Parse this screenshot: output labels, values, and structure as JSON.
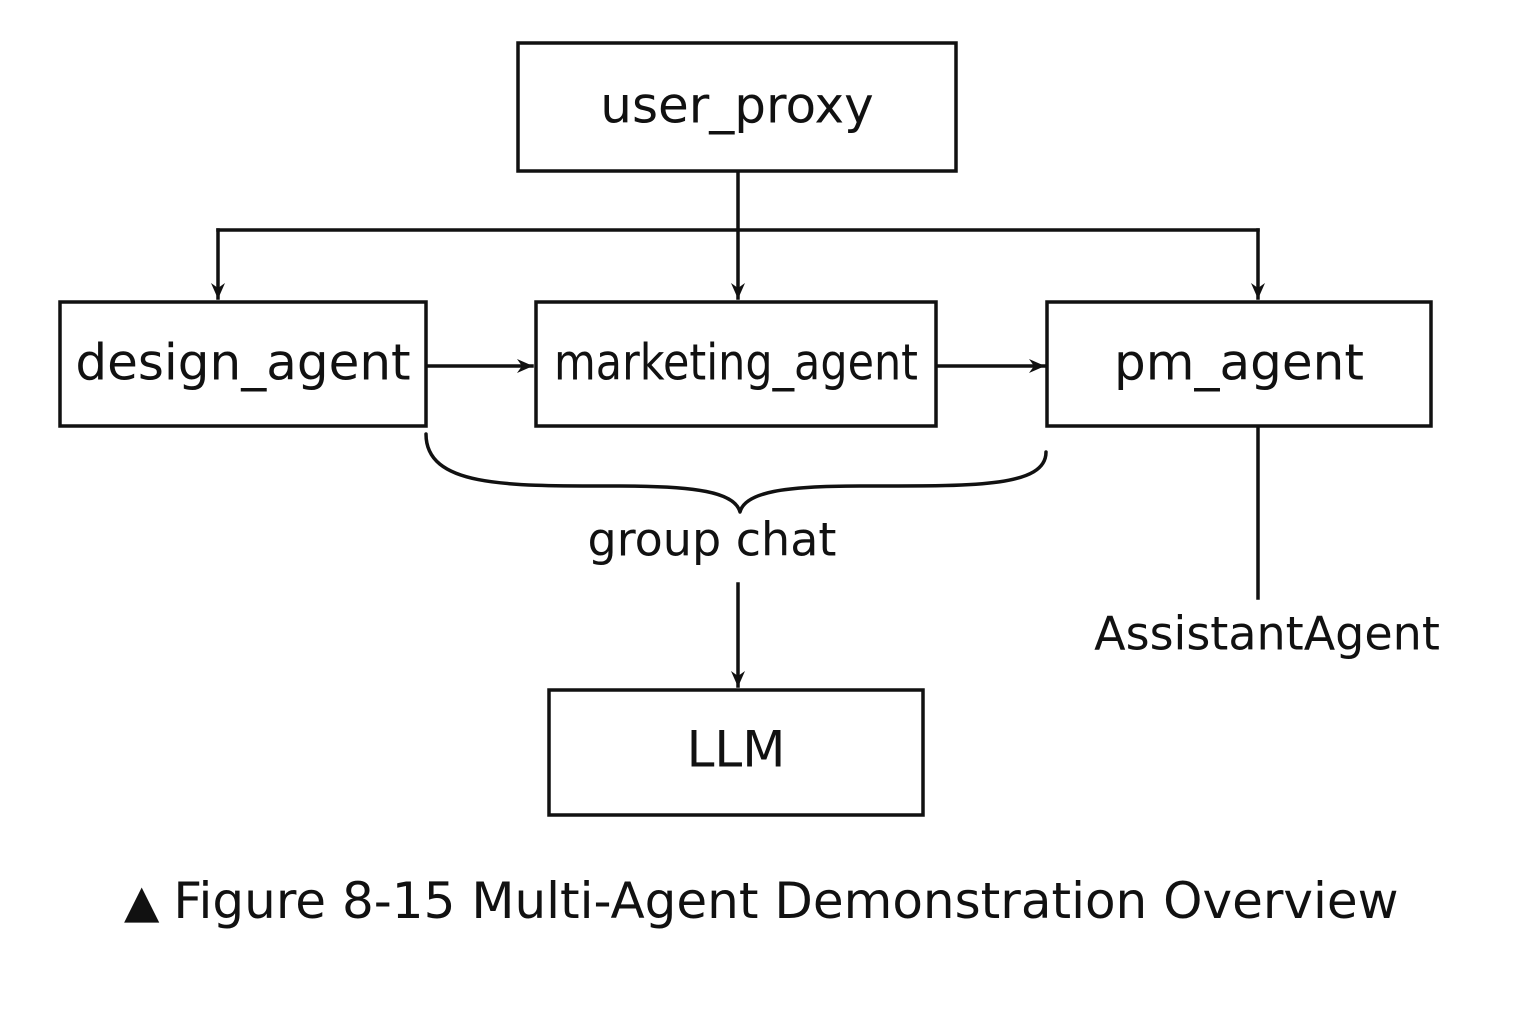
{
  "diagram": {
    "nodes": {
      "user_proxy": "user_proxy",
      "design_agent": "design_agent",
      "marketing_agent": "marketing_agent",
      "pm_agent": "pm_agent",
      "llm": "LLM"
    },
    "labels": {
      "group_chat": "group chat",
      "assistant_agent": "AssistantAgent"
    }
  },
  "caption": {
    "marker": "▲",
    "text": "Figure 8-15 Multi-Agent Demonstration Overview"
  }
}
